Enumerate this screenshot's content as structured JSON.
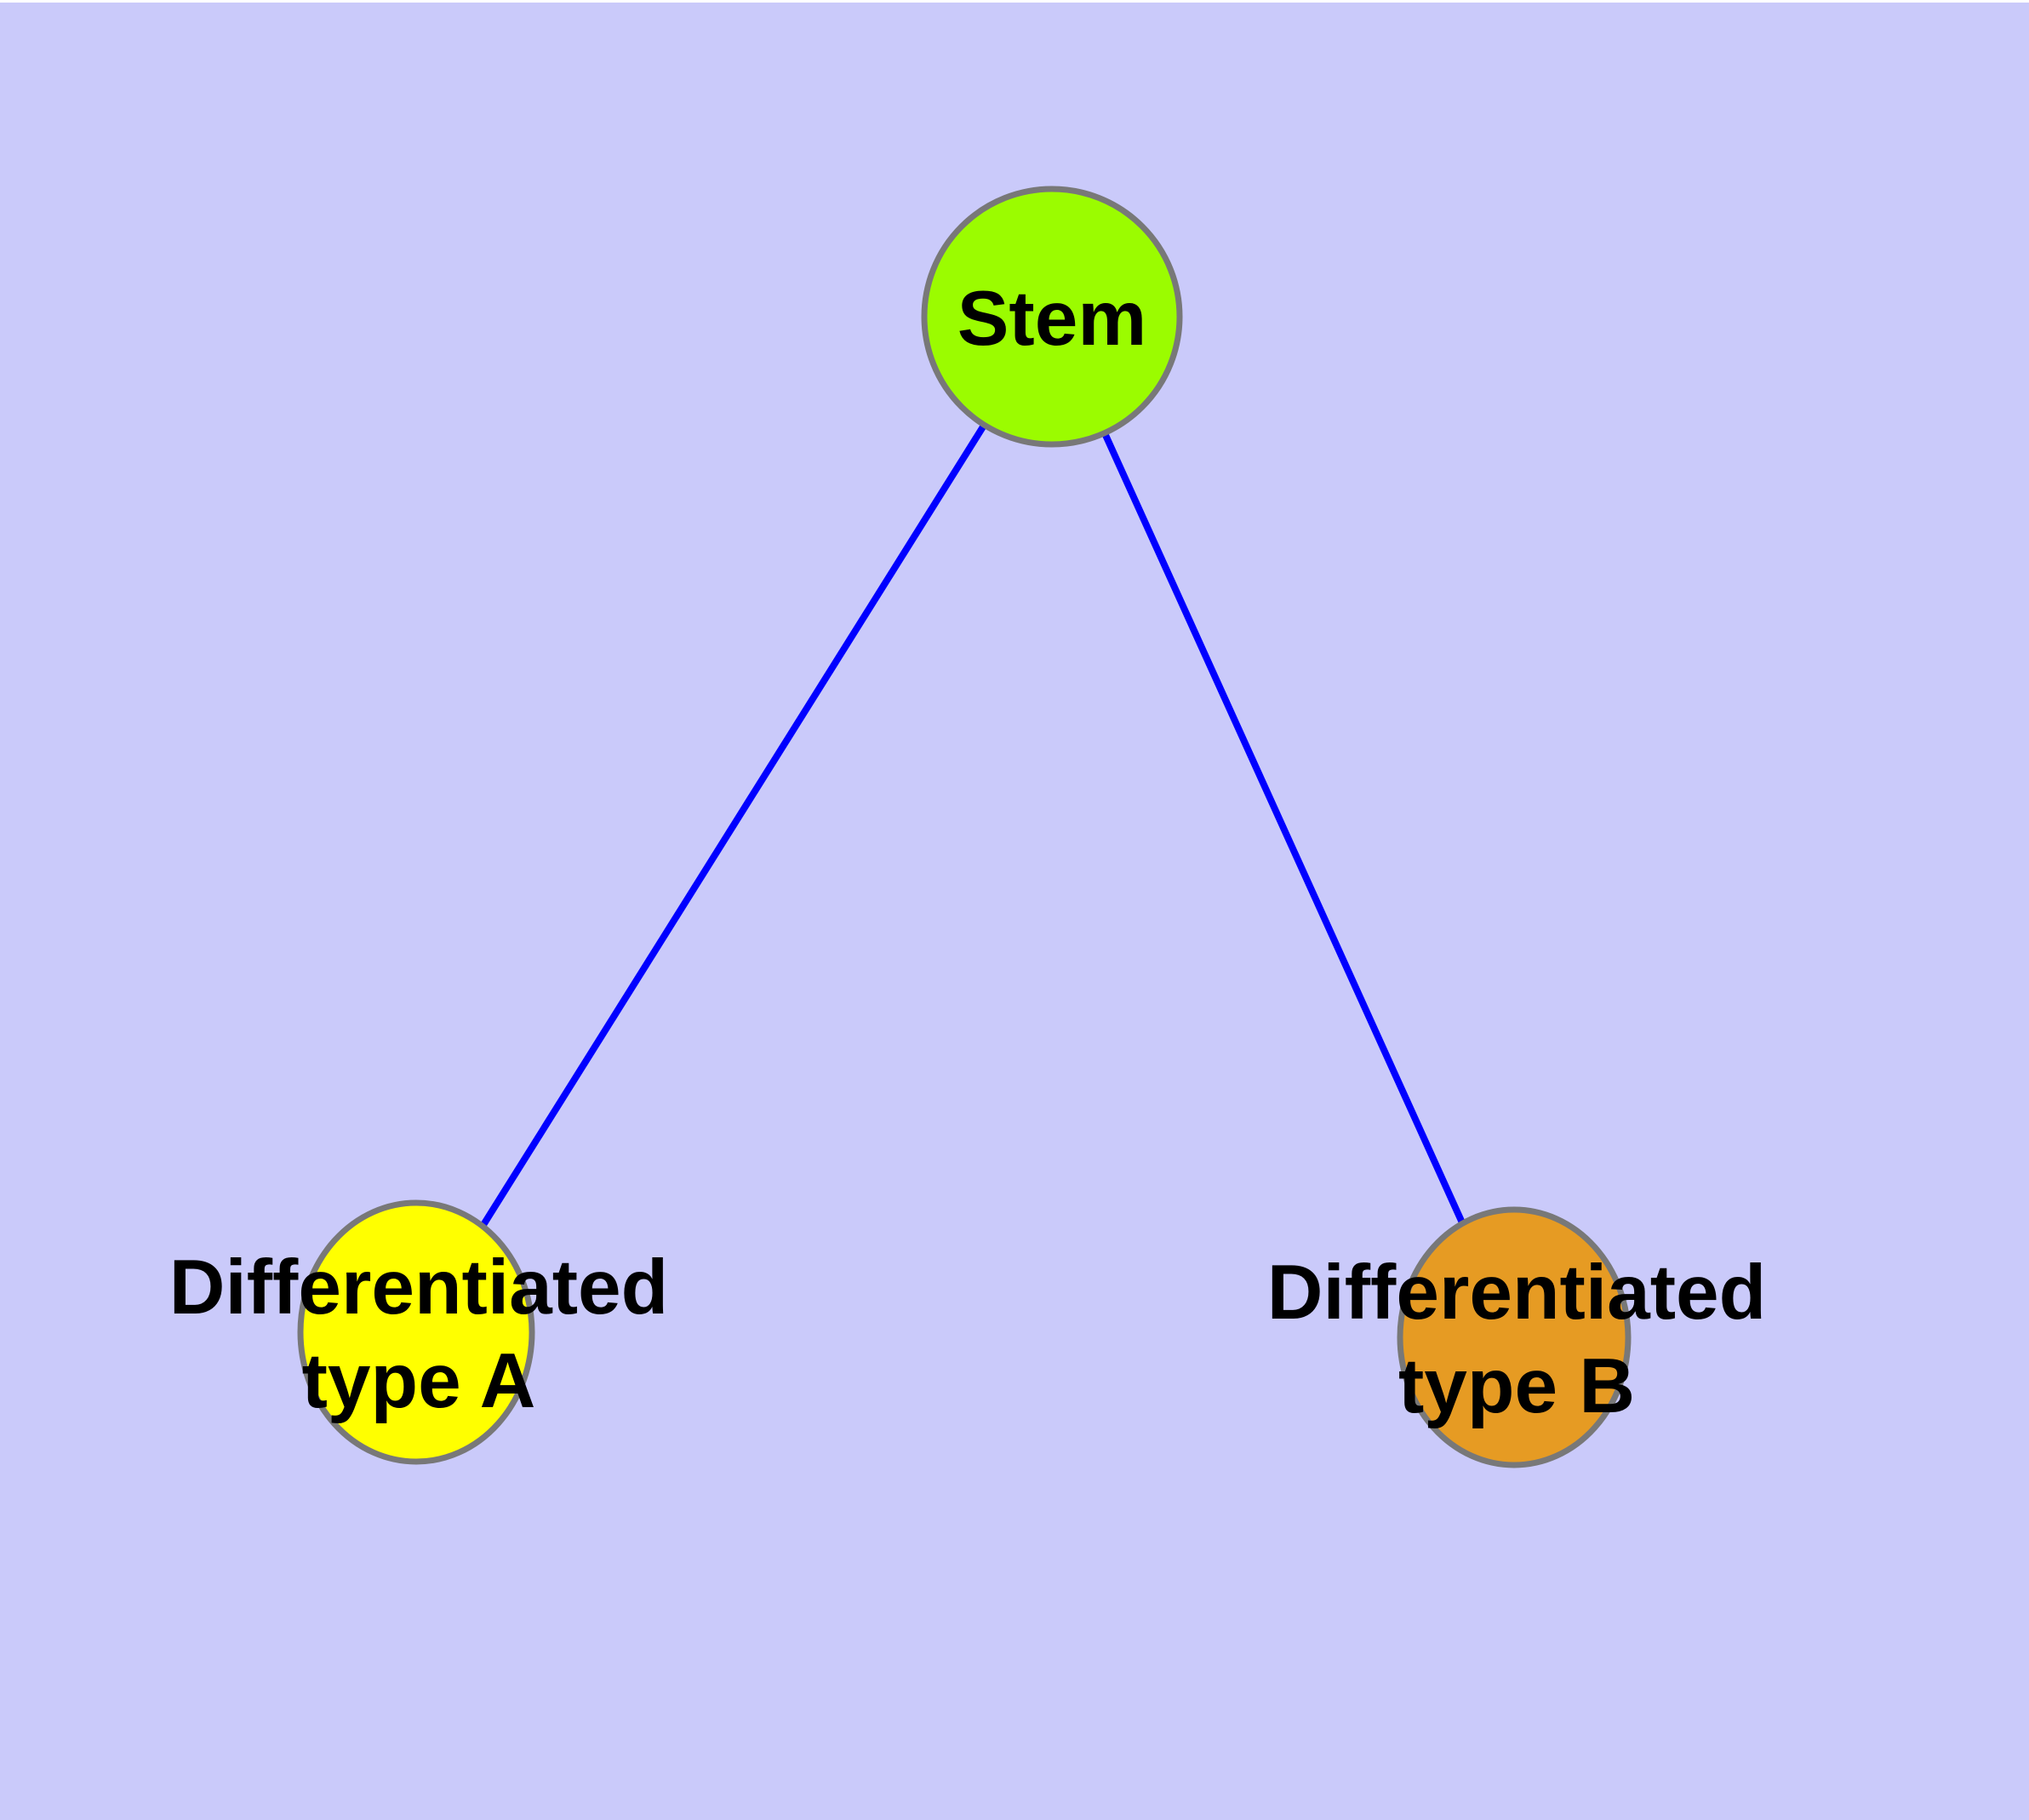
{
  "diagram": {
    "background_color": "#CACAFA",
    "top_strip_color": "#FFFFFF",
    "edge_color": "#0000FF",
    "node_border_color": "#787878",
    "label_color": "#000000",
    "nodes": {
      "stem": {
        "label": "Stem",
        "fill": "#9BFC00"
      },
      "type_a": {
        "label_line1": "Differentiated",
        "label_line2": "type A",
        "fill": "#FFFF00"
      },
      "type_b": {
        "label_line1": "Differentiated",
        "label_line2": "type B",
        "fill": "#E69B23"
      }
    },
    "edges": [
      {
        "from": "stem",
        "to": "type_a"
      },
      {
        "from": "stem",
        "to": "type_b"
      }
    ]
  }
}
